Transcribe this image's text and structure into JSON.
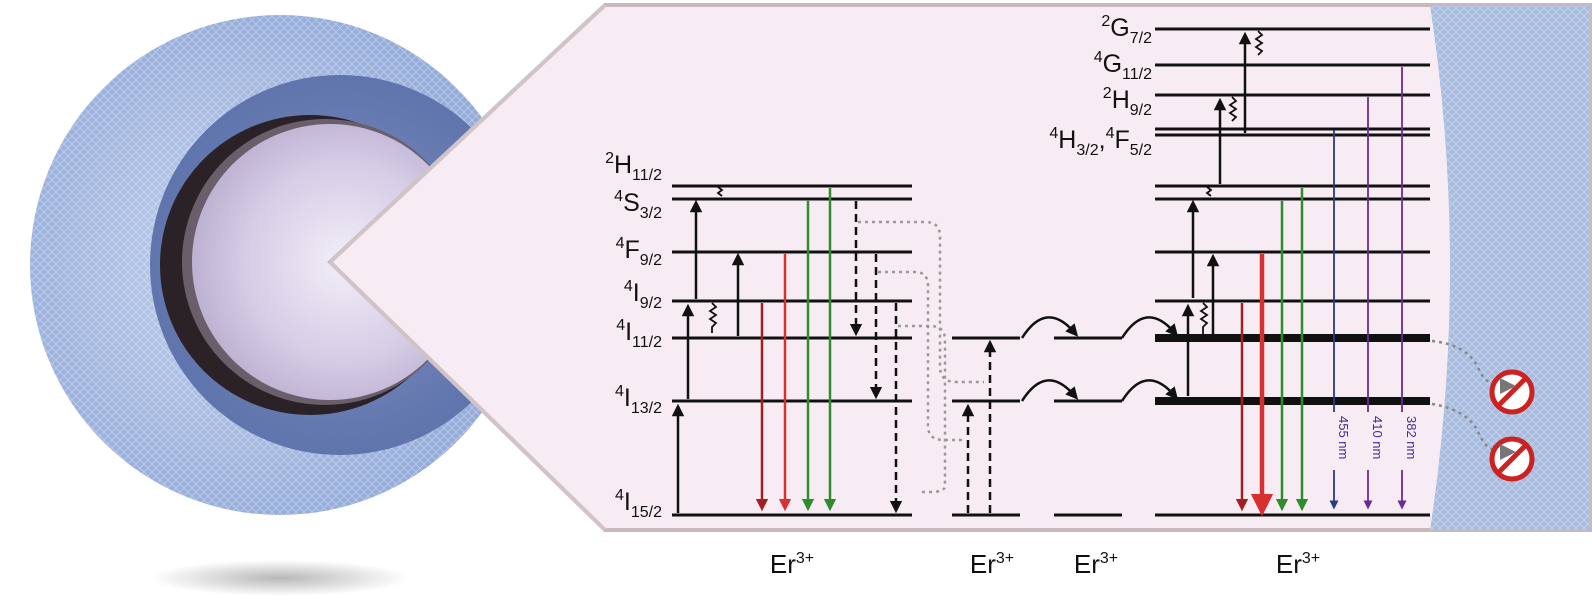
{
  "diagram": {
    "levels": [
      {
        "id": "2G72",
        "sup": "2",
        "main": "G",
        "sub": "7/2"
      },
      {
        "id": "4G112",
        "sup": "4",
        "main": "G",
        "sub": "11/2"
      },
      {
        "id": "2H92",
        "sup": "2",
        "main": "H",
        "sub": "9/2"
      },
      {
        "id": "4H32",
        "sup": "4",
        "main": "H",
        "sub": "3/2",
        "sep": ",",
        "sup2": "4",
        "main2": "F",
        "sub2": "5/2"
      },
      {
        "id": "2H112",
        "sup": "2",
        "main": "H",
        "sub": "11/2"
      },
      {
        "id": "4S32",
        "sup": "4",
        "main": "S",
        "sub": "3/2"
      },
      {
        "id": "4F92",
        "sup": "4",
        "main": "F",
        "sub": "9/2"
      },
      {
        "id": "4I92",
        "sup": "4",
        "main": "I",
        "sub": "9/2"
      },
      {
        "id": "4I112",
        "sup": "4",
        "main": "I",
        "sub": "11/2"
      },
      {
        "id": "4I132",
        "sup": "4",
        "main": "I",
        "sub": "13/2"
      },
      {
        "id": "4I152",
        "sup": "4",
        "main": "I",
        "sub": "15/2"
      }
    ],
    "ions": [
      {
        "id": "ion-1",
        "main": "Er",
        "sup": "3+"
      },
      {
        "id": "ion-2",
        "main": "Er",
        "sup": "3+"
      },
      {
        "id": "ion-3",
        "main": "Er",
        "sup": "3+"
      },
      {
        "id": "ion-4",
        "main": "Er",
        "sup": "3+"
      }
    ],
    "wavelengths": [
      "455 nm",
      "410 nm",
      "382 nm"
    ],
    "colors": {
      "panel_fill": "#f8ecf4",
      "shell_outer": "#9ab0d8",
      "shell_inner": "#6a7fb5",
      "core": "#d8d0e8",
      "green": "#2e8b2e",
      "red": "#d63030",
      "dark_red": "#a02020",
      "blue": "#2a3a8a",
      "purple": "#6a2a9a",
      "violet": "#7a3aaa",
      "quench": "#cc2222"
    },
    "icons": [
      "nanoparticle-icon",
      "quench-prohibited-icon"
    ]
  }
}
